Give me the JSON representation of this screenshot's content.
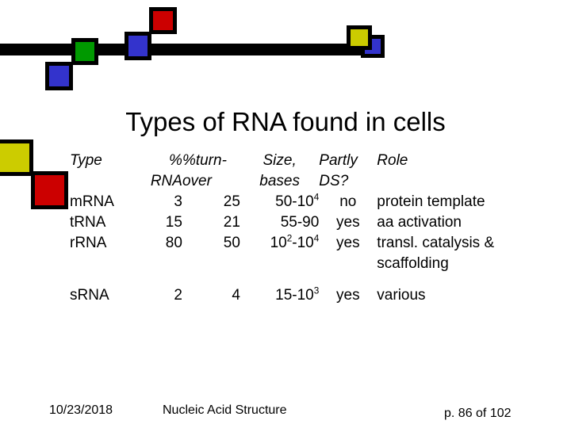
{
  "slide": {
    "title": "Types of RNA found in cells"
  },
  "decor": {
    "top_bar_color": "#000000",
    "squares": [
      {
        "name": "red-square-top",
        "color": "#CC0000"
      },
      {
        "name": "blue-square-upper",
        "color": "#3333CC"
      },
      {
        "name": "green-square",
        "color": "#009900"
      },
      {
        "name": "blue-square-lower",
        "color": "#3333CC"
      },
      {
        "name": "yellow-square-right",
        "color": "#CCCC00"
      },
      {
        "name": "blue-corner-right",
        "color": "#3333CC"
      },
      {
        "name": "yellow-square-left",
        "color": "#CCCC00"
      },
      {
        "name": "red-square-left",
        "color": "#CC0000"
      }
    ]
  },
  "table": {
    "headers_line1": {
      "type": "Type",
      "percent": "%",
      "turnover": "%turn-",
      "size": "Size,",
      "ds": "Partly",
      "role": "Role"
    },
    "headers_line2": {
      "type": "",
      "percent": "RNA",
      "turnover": "over",
      "size": "bases",
      "ds": "DS?",
      "role": ""
    },
    "rows": [
      {
        "type": "mRNA",
        "percent": "3",
        "turnover": "25",
        "size_base": "50-10",
        "size_exp": "4",
        "ds": "no",
        "role": "protein template",
        "role_cont": ""
      },
      {
        "type": "tRNA",
        "percent": "15",
        "turnover": "21",
        "size_base": "55-90",
        "size_exp": "",
        "ds": "yes",
        "role": "aa activation",
        "role_cont": ""
      },
      {
        "type": "rRNA",
        "percent": "80",
        "turnover": "50",
        "size_base": "10",
        "size_exp": "2",
        "size_base2": "-10",
        "size_exp2": "4",
        "ds": "yes",
        "role": "transl. catalysis &",
        "role_cont": "scaffolding"
      },
      {
        "type": "sRNA",
        "percent": "2",
        "turnover": "4",
        "size_base": "15-10",
        "size_exp": "3",
        "ds": "yes",
        "role": "various",
        "role_cont": ""
      }
    ]
  },
  "footer": {
    "date": "10/23/2018",
    "center": "Nucleic Acid Structure",
    "page": "p. 86  of 102"
  }
}
